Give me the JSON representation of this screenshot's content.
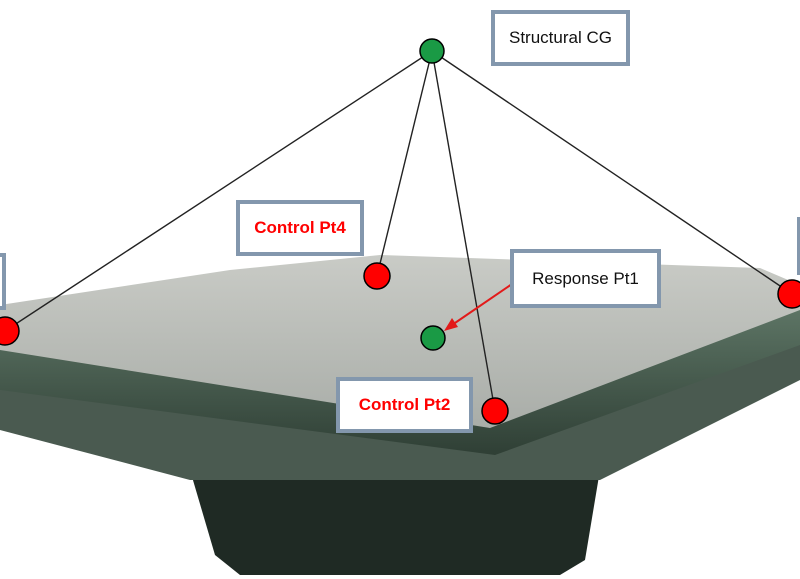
{
  "labels": {
    "structural_cg": "Structural CG",
    "control_pt4": "Control Pt4",
    "response_pt1": "Response Pt1",
    "control_pt2": "Control Pt2"
  },
  "colors": {
    "control_point": "#ff0000",
    "cg_point": "#1a9a45",
    "label_border": "#8397ad",
    "arrow": "#e21a1a"
  }
}
